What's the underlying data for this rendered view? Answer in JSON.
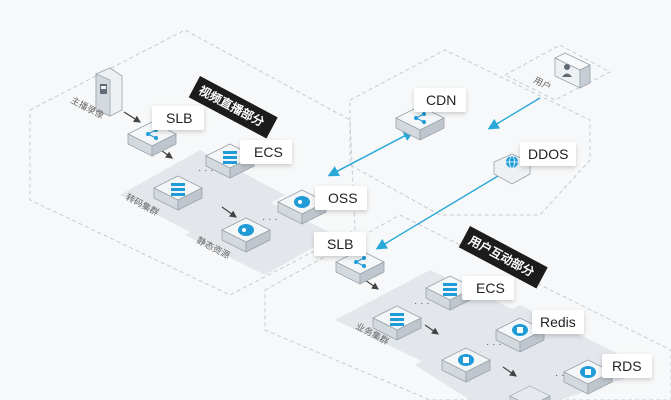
{
  "sections": {
    "video_live": "视频直播部分",
    "user_interaction": "用户互动部分"
  },
  "nodes": {
    "host_recording": "主播录像",
    "user": "用户",
    "slb_top": "SLB",
    "ecs_top": "ECS",
    "transcode_cluster": "转码集群",
    "oss": "OSS",
    "static_resources": "静态资源",
    "cdn": "CDN",
    "ddos": "DDOS",
    "slb_bottom": "SLB",
    "ecs_bottom": "ECS",
    "business_cluster": "业务集群",
    "redis": "Redis",
    "rds": "RDS"
  },
  "colors": {
    "accent": "#1f9bd8",
    "banner": "#1c1c1c",
    "connector": "#2aa8d8"
  },
  "icons": {
    "slb": "share-nodes-icon",
    "ecs": "server-icon",
    "oss": "cloud-storage-icon",
    "cdn": "share-nodes-icon",
    "ddos": "globe-icon",
    "redis": "cloud-database-icon",
    "rds": "database-icon",
    "user": "user-icon",
    "host": "recording-device-icon"
  }
}
